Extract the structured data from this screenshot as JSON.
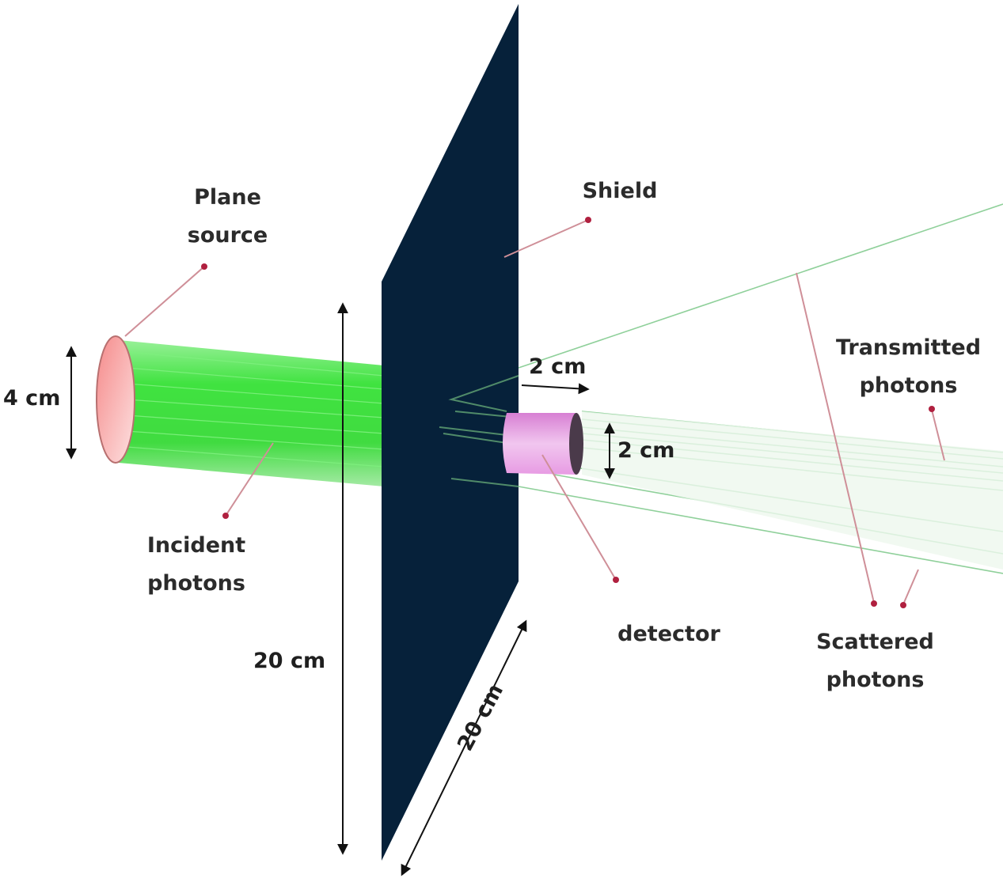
{
  "diagram": {
    "type": "experimental-setup-schematic",
    "colors": {
      "shield": "#06213a",
      "beam": "#33e633",
      "source": "#f4a0a0",
      "detector": "#e9a8e6",
      "leader_line": "#c98b94",
      "leader_dot": "#b0203f",
      "dimension_line": "#111111",
      "transmitted_ray": "#7fc98f"
    },
    "labels": {
      "plane_source": [
        "Plane",
        "source"
      ],
      "shield": "Shield",
      "incident_photons": [
        "Incident",
        "photons"
      ],
      "detector": "detector",
      "transmitted_photons": [
        "Transmitted",
        "photons"
      ],
      "scattered_photons": [
        "Scattered",
        "photons"
      ]
    },
    "dimensions": {
      "source_diameter": "4 cm",
      "shield_height": "20 cm",
      "shield_width": "20 cm",
      "detector_distance": "2 cm",
      "detector_diameter": "2 cm"
    }
  }
}
